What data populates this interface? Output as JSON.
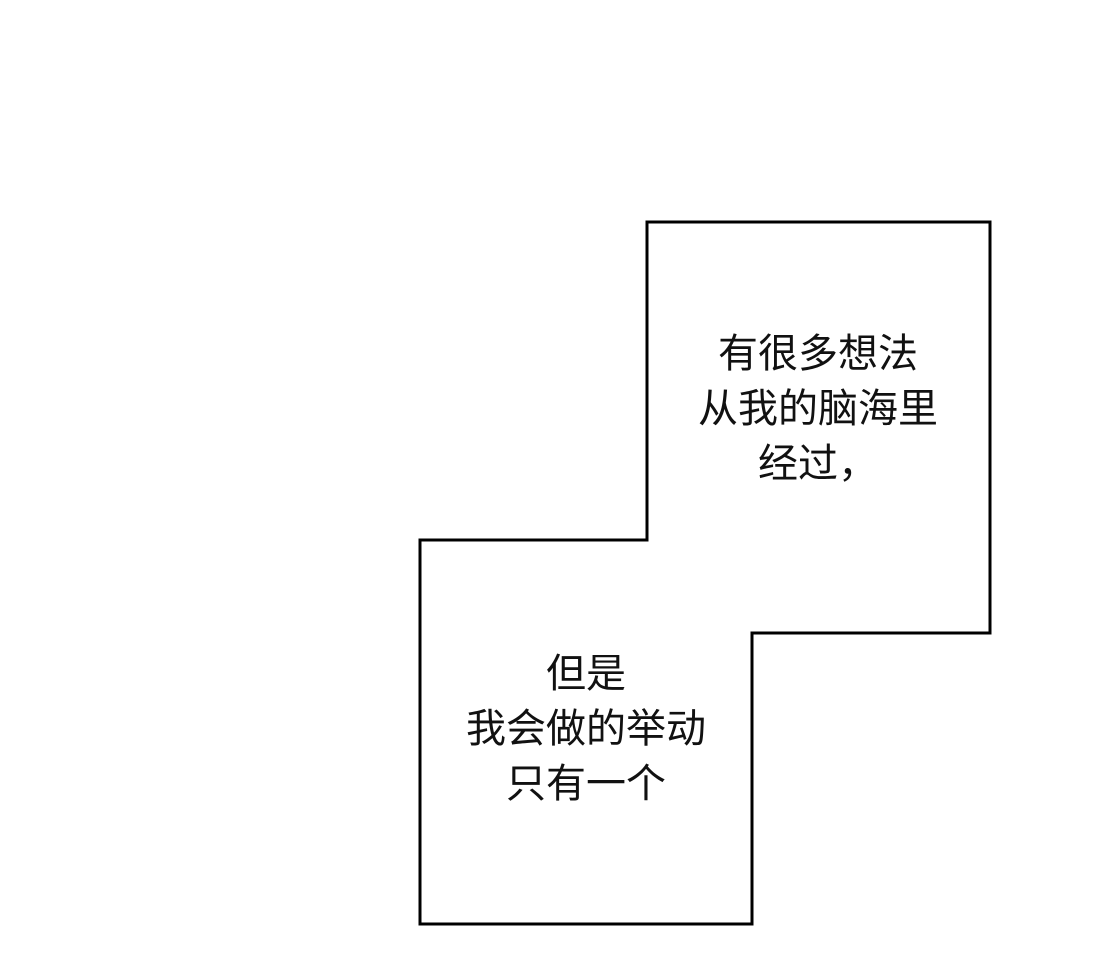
{
  "panel": {
    "background": "#ffffff",
    "stroke": "#000000",
    "text_color": "#111111"
  },
  "captions": {
    "top": {
      "lines": [
        "有很多想法",
        "从我的脑海里",
        "经过，"
      ]
    },
    "bottom": {
      "lines": [
        "但是",
        "我会做的举动",
        "只有一个"
      ]
    }
  }
}
